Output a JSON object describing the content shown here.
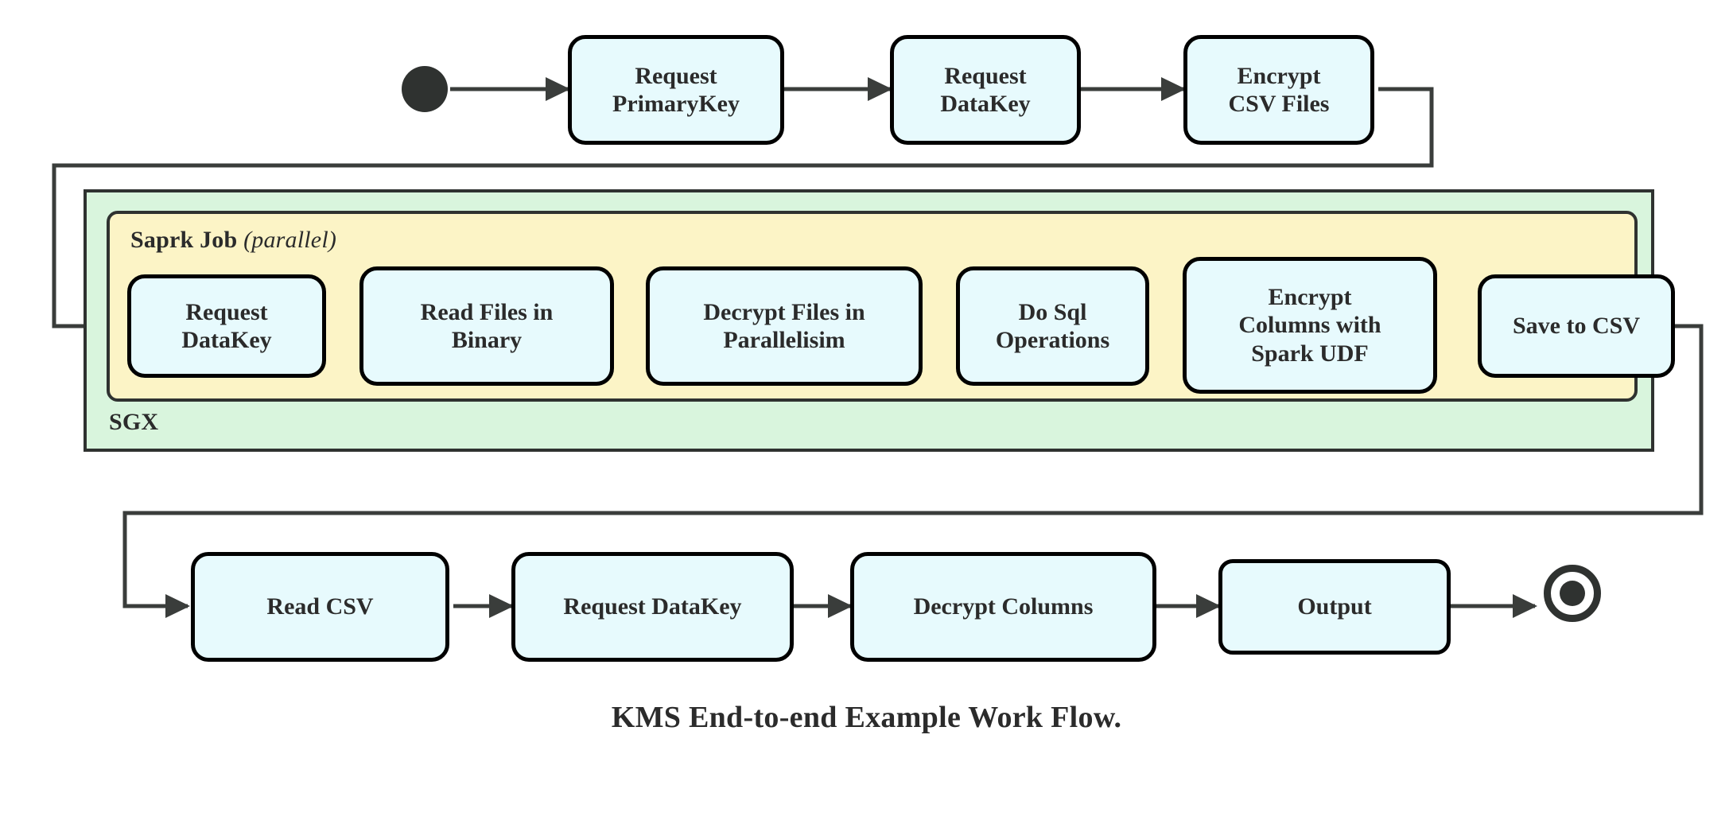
{
  "diagram": {
    "caption": "KMS End-to-end Example Work Flow.",
    "colors": {
      "node_fill": "#e7fafd",
      "node_stroke": "#000000",
      "spark_container_fill": "#fcf4c6",
      "sgx_container_fill": "#d9f5dd",
      "container_stroke": "#2f3230",
      "wire": "#3a3d3b",
      "text": "#2b2b2b",
      "background": "#ffffff"
    },
    "markers": {
      "start_label": "start-node",
      "end_label": "end-node"
    },
    "containers": [
      {
        "id": "sgx",
        "label": "SGX",
        "label_position": "bottom-left"
      },
      {
        "id": "spark",
        "label": "Saprk Job",
        "qualifier": "(parallel)",
        "label_position": "top-left"
      }
    ],
    "lanes": [
      {
        "id": "top-lane",
        "nodes": [
          {
            "id": "request-primarykey",
            "lines": [
              "Request",
              "PrimaryKey"
            ]
          },
          {
            "id": "request-datakey-top",
            "lines": [
              "Request",
              "DataKey"
            ]
          },
          {
            "id": "encrypt-csv-files",
            "lines": [
              "Encrypt",
              "CSV Files"
            ]
          }
        ]
      },
      {
        "id": "spark-lane",
        "nodes": [
          {
            "id": "request-datakey-spark",
            "lines": [
              "Request",
              "DataKey"
            ]
          },
          {
            "id": "read-files-in-binary",
            "lines": [
              "Read Files in",
              "Binary"
            ]
          },
          {
            "id": "decrypt-files-in-parallelisim",
            "lines": [
              "Decrypt Files in",
              "Parallelisim"
            ]
          },
          {
            "id": "do-sql-operations",
            "lines": [
              "Do Sql",
              "Operations"
            ]
          },
          {
            "id": "encrypt-columns-with-spark-udf",
            "lines": [
              "Encrypt",
              "Columns with",
              "Spark UDF"
            ]
          },
          {
            "id": "save-to-csv",
            "lines": [
              "Save to CSV"
            ]
          }
        ]
      },
      {
        "id": "bottom-lane",
        "nodes": [
          {
            "id": "read-csv",
            "lines": [
              "Read CSV"
            ]
          },
          {
            "id": "request-datakey-bottom",
            "lines": [
              "Request DataKey"
            ]
          },
          {
            "id": "decrypt-columns",
            "lines": [
              "Decrypt Columns"
            ]
          },
          {
            "id": "output",
            "lines": [
              "Output"
            ]
          }
        ]
      }
    ],
    "nodes": {
      "request_primarykey_l1": "Request",
      "request_primarykey_l2": "PrimaryKey",
      "request_datakey_top_l1": "Request",
      "request_datakey_top_l2": "DataKey",
      "encrypt_csv_files_l1": "Encrypt",
      "encrypt_csv_files_l2": "CSV Files",
      "request_datakey_spark_l1": "Request",
      "request_datakey_spark_l2": "DataKey",
      "read_files_in_binary_l1": "Read Files in",
      "read_files_in_binary_l2": "Binary",
      "decrypt_files_l1": "Decrypt Files in",
      "decrypt_files_l2": "Parallelisim",
      "do_sql_operations_l1": "Do Sql",
      "do_sql_operations_l2": "Operations",
      "encrypt_columns_l1": "Encrypt",
      "encrypt_columns_l2": "Columns with",
      "encrypt_columns_l3": "Spark UDF",
      "save_to_csv": "Save to CSV",
      "read_csv": "Read CSV",
      "request_datakey_bottom": "Request DataKey",
      "decrypt_columns": "Decrypt Columns",
      "output": "Output"
    },
    "labels": {
      "spark_job": "Saprk Job",
      "spark_parallel": "(parallel)",
      "sgx": "SGX"
    }
  }
}
